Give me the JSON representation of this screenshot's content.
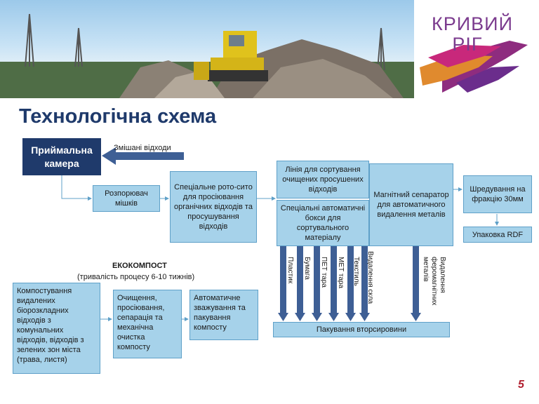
{
  "header": {
    "logo_line1": "КРИВИЙ",
    "logo_line2": "РІГ"
  },
  "title": "Технологічна схема",
  "nodes": {
    "reception": "Приймальна камера",
    "mixed_waste": "Змішані відходи",
    "bag_opener": "Розпорювач мішків",
    "roto_sieve": "Спеціальне рото-сито для просіювання органічних відходів та просушування відходів",
    "sorting_line": "Лінія для сортування очищених просушених відходів",
    "auto_boxes": "Спеціальні автоматичні бокси для сортувального матеріалу",
    "magnetic_separator": "Магнітний сепаратор для автоматичного видалення металів",
    "shredding": "Шредування на фракцію 30мм",
    "rdf_packing": "Упаковка  RDF",
    "recyclables_packing": "Пакування вторсировини"
  },
  "outputs": [
    "Пластик",
    "Бумага",
    "ПЕТ тара",
    "МЕТ тара",
    "Текстиль",
    "Видалення скла",
    "Видалення феромагнітних металів"
  ],
  "ecocompost": {
    "title": "ЕКОКОМПОСТ",
    "subtitle": "(тривалість процесу 6-10 тижнів)",
    "composting": "Компостування видалених біорозкладних відходів з комунальних відходів, відходів з зелених зон міста (трава, листя)",
    "cleaning": "Очищення, просіювання, сепарація та механічна очистка компосту",
    "weighing": "Автоматичне зважування та пакування компосту"
  },
  "page_number": "5",
  "colors": {
    "box_fill": "#a6d2ea",
    "box_border": "#5fa0c8",
    "arrow": "#3e5f95",
    "dark_box": "#1f3a6b",
    "logo": "#7b3b8e",
    "page_number": "#b01e2e"
  }
}
